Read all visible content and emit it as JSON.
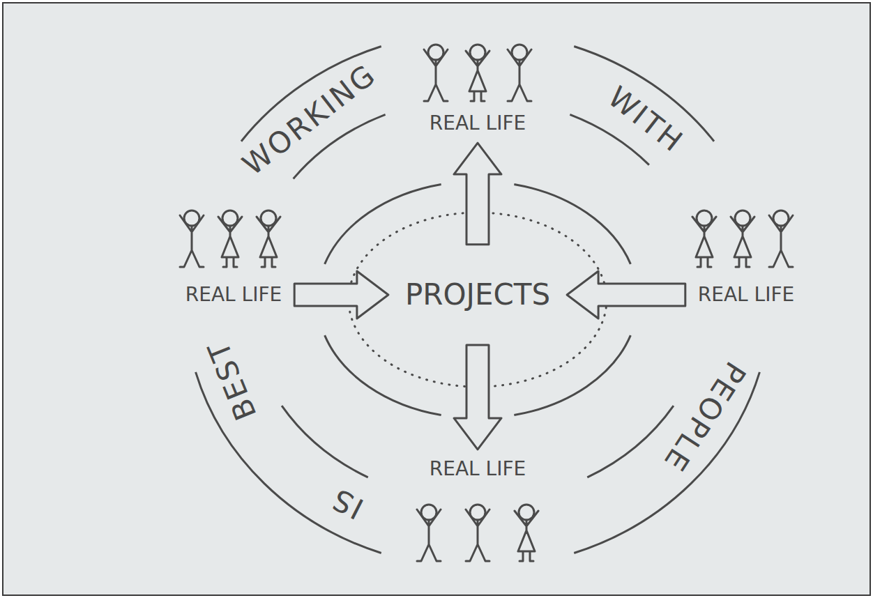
{
  "diagram": {
    "nodes": [
      {
        "text": [
          "REAL LIFE"
        ]
      },
      {
        "text": [
          "REAL LIFE"
        ]
      },
      {
        "text": [
          "PROJECTS"
        ]
      },
      {
        "text": [
          "REAL LIFE"
        ]
      },
      {
        "text": [
          "REAL LIFE"
        ]
      }
    ],
    "edges": [
      {
        "from": 2,
        "to": 0,
        "arrow": "to"
      },
      {
        "from": 1,
        "to": 2,
        "arrow": "to"
      },
      {
        "from": 3,
        "to": 2,
        "arrow": "to"
      },
      {
        "from": 2,
        "to": 4,
        "arrow": "to"
      }
    ],
    "labels": [
      "WORKING",
      "WITH",
      "PEOPLE",
      "IS",
      "BEST"
    ]
  }
}
